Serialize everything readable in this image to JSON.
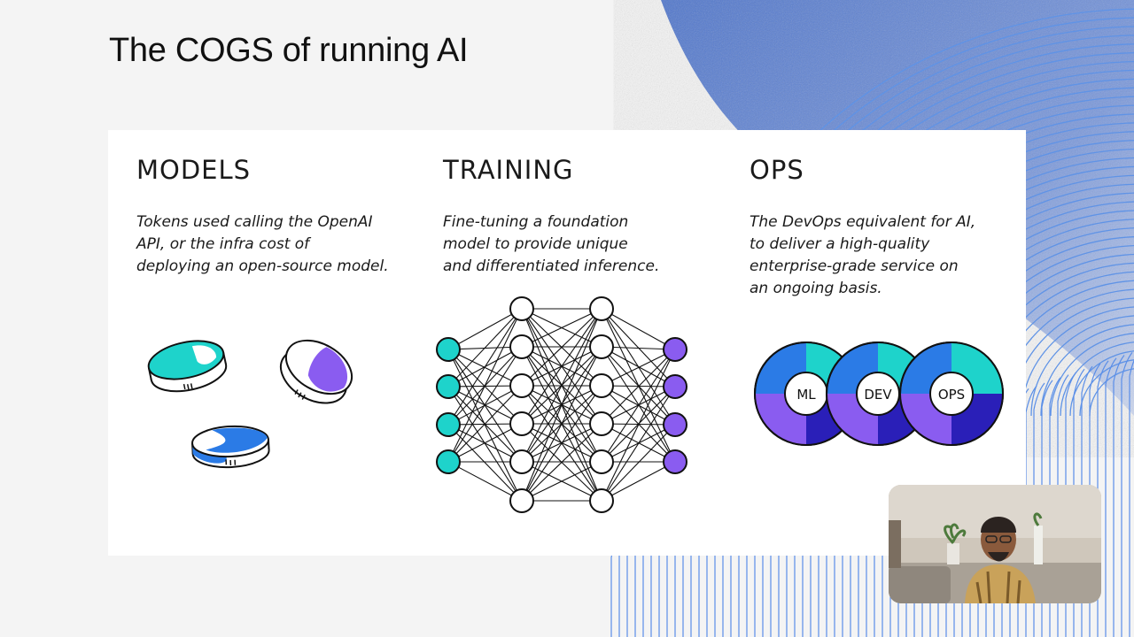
{
  "slide": {
    "title": "The COGS of running AI"
  },
  "columns": [
    {
      "heading": "MODELS",
      "lines": [
        "Tokens used calling the OpenAI",
        "API, or the infra cost of",
        "deploying an open-source model."
      ]
    },
    {
      "heading": "TRAINING",
      "lines": [
        "Fine-tuning a foundation",
        "model to provide unique",
        "and differentiated inference."
      ]
    },
    {
      "heading": "OPS",
      "lines": [
        "The DevOps equivalent for AI,",
        "to deliver a high-quality",
        "enterprise-grade service on",
        "an ongoing basis."
      ]
    }
  ],
  "ops_rings": [
    "ML",
    "DEV",
    "OPS"
  ],
  "colors": {
    "teal": "#1ed3cb",
    "purple": "#8a5cf0",
    "blue": "#2b7be6",
    "navy": "#2a1fb8",
    "ink": "#111111"
  },
  "icons": [
    "coin-icon",
    "neural-network-icon",
    "mlops-loop-icon"
  ]
}
